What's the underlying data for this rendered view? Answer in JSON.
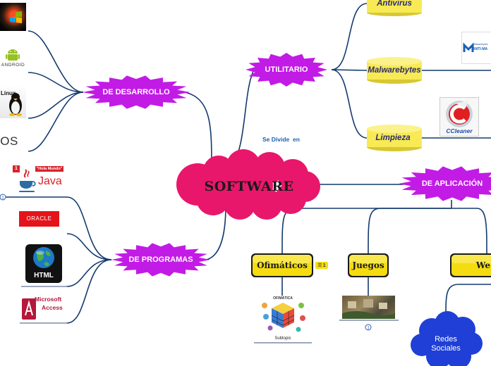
{
  "center": {
    "label": "SOFTWARE",
    "color": "#e8176b"
  },
  "connector_label": "Se Divide  en",
  "colors": {
    "magenta": "#c21be6",
    "yellow": "#f7ea55",
    "line": "#143a6e",
    "cloud_blue": "#1f3fd6",
    "yellow_box": "#f5dc10"
  },
  "branches": {
    "utilitario": {
      "label": "UTILITARIO"
    },
    "desarrollo": {
      "label": "DE DESARROLLO"
    },
    "programas": {
      "label": "DE PROGRAMAS"
    },
    "aplicacion": {
      "label": "DE APLICACIÓN"
    }
  },
  "utilitario_children": [
    "Antivirus",
    "Malwarebytes",
    "Limpieza"
  ],
  "aplicacion_children": {
    "ofimaticos": {
      "label": "Ofimáticos",
      "badge": "1"
    },
    "juegos": {
      "label": "Juegos"
    },
    "web": {
      "label": "We"
    },
    "redes": {
      "label": "Redes Sociales"
    }
  },
  "images": {
    "android": {
      "text": "ANDROID"
    },
    "linux": {
      "text": "Linux"
    },
    "ios": {
      "text": "iOS"
    },
    "java": {
      "banner": "\"Hola Mundo\"",
      "text": "Java",
      "badge": "1"
    },
    "oracle": {
      "text": "ORACLE"
    },
    "html": {
      "text": "HTML"
    },
    "access": {
      "line1": "Microsoft",
      "line2": "Access"
    },
    "malware": {
      "line1": "Malwarebytes",
      "line2": "ANTI-MA"
    },
    "ccleaner": {
      "text": "CCleaner"
    },
    "ofimatica": {
      "title": "OFIMÁTICA",
      "caption": "Subtopic"
    }
  },
  "markers": {
    "java_marker": "1",
    "juegos_marker": "1"
  }
}
